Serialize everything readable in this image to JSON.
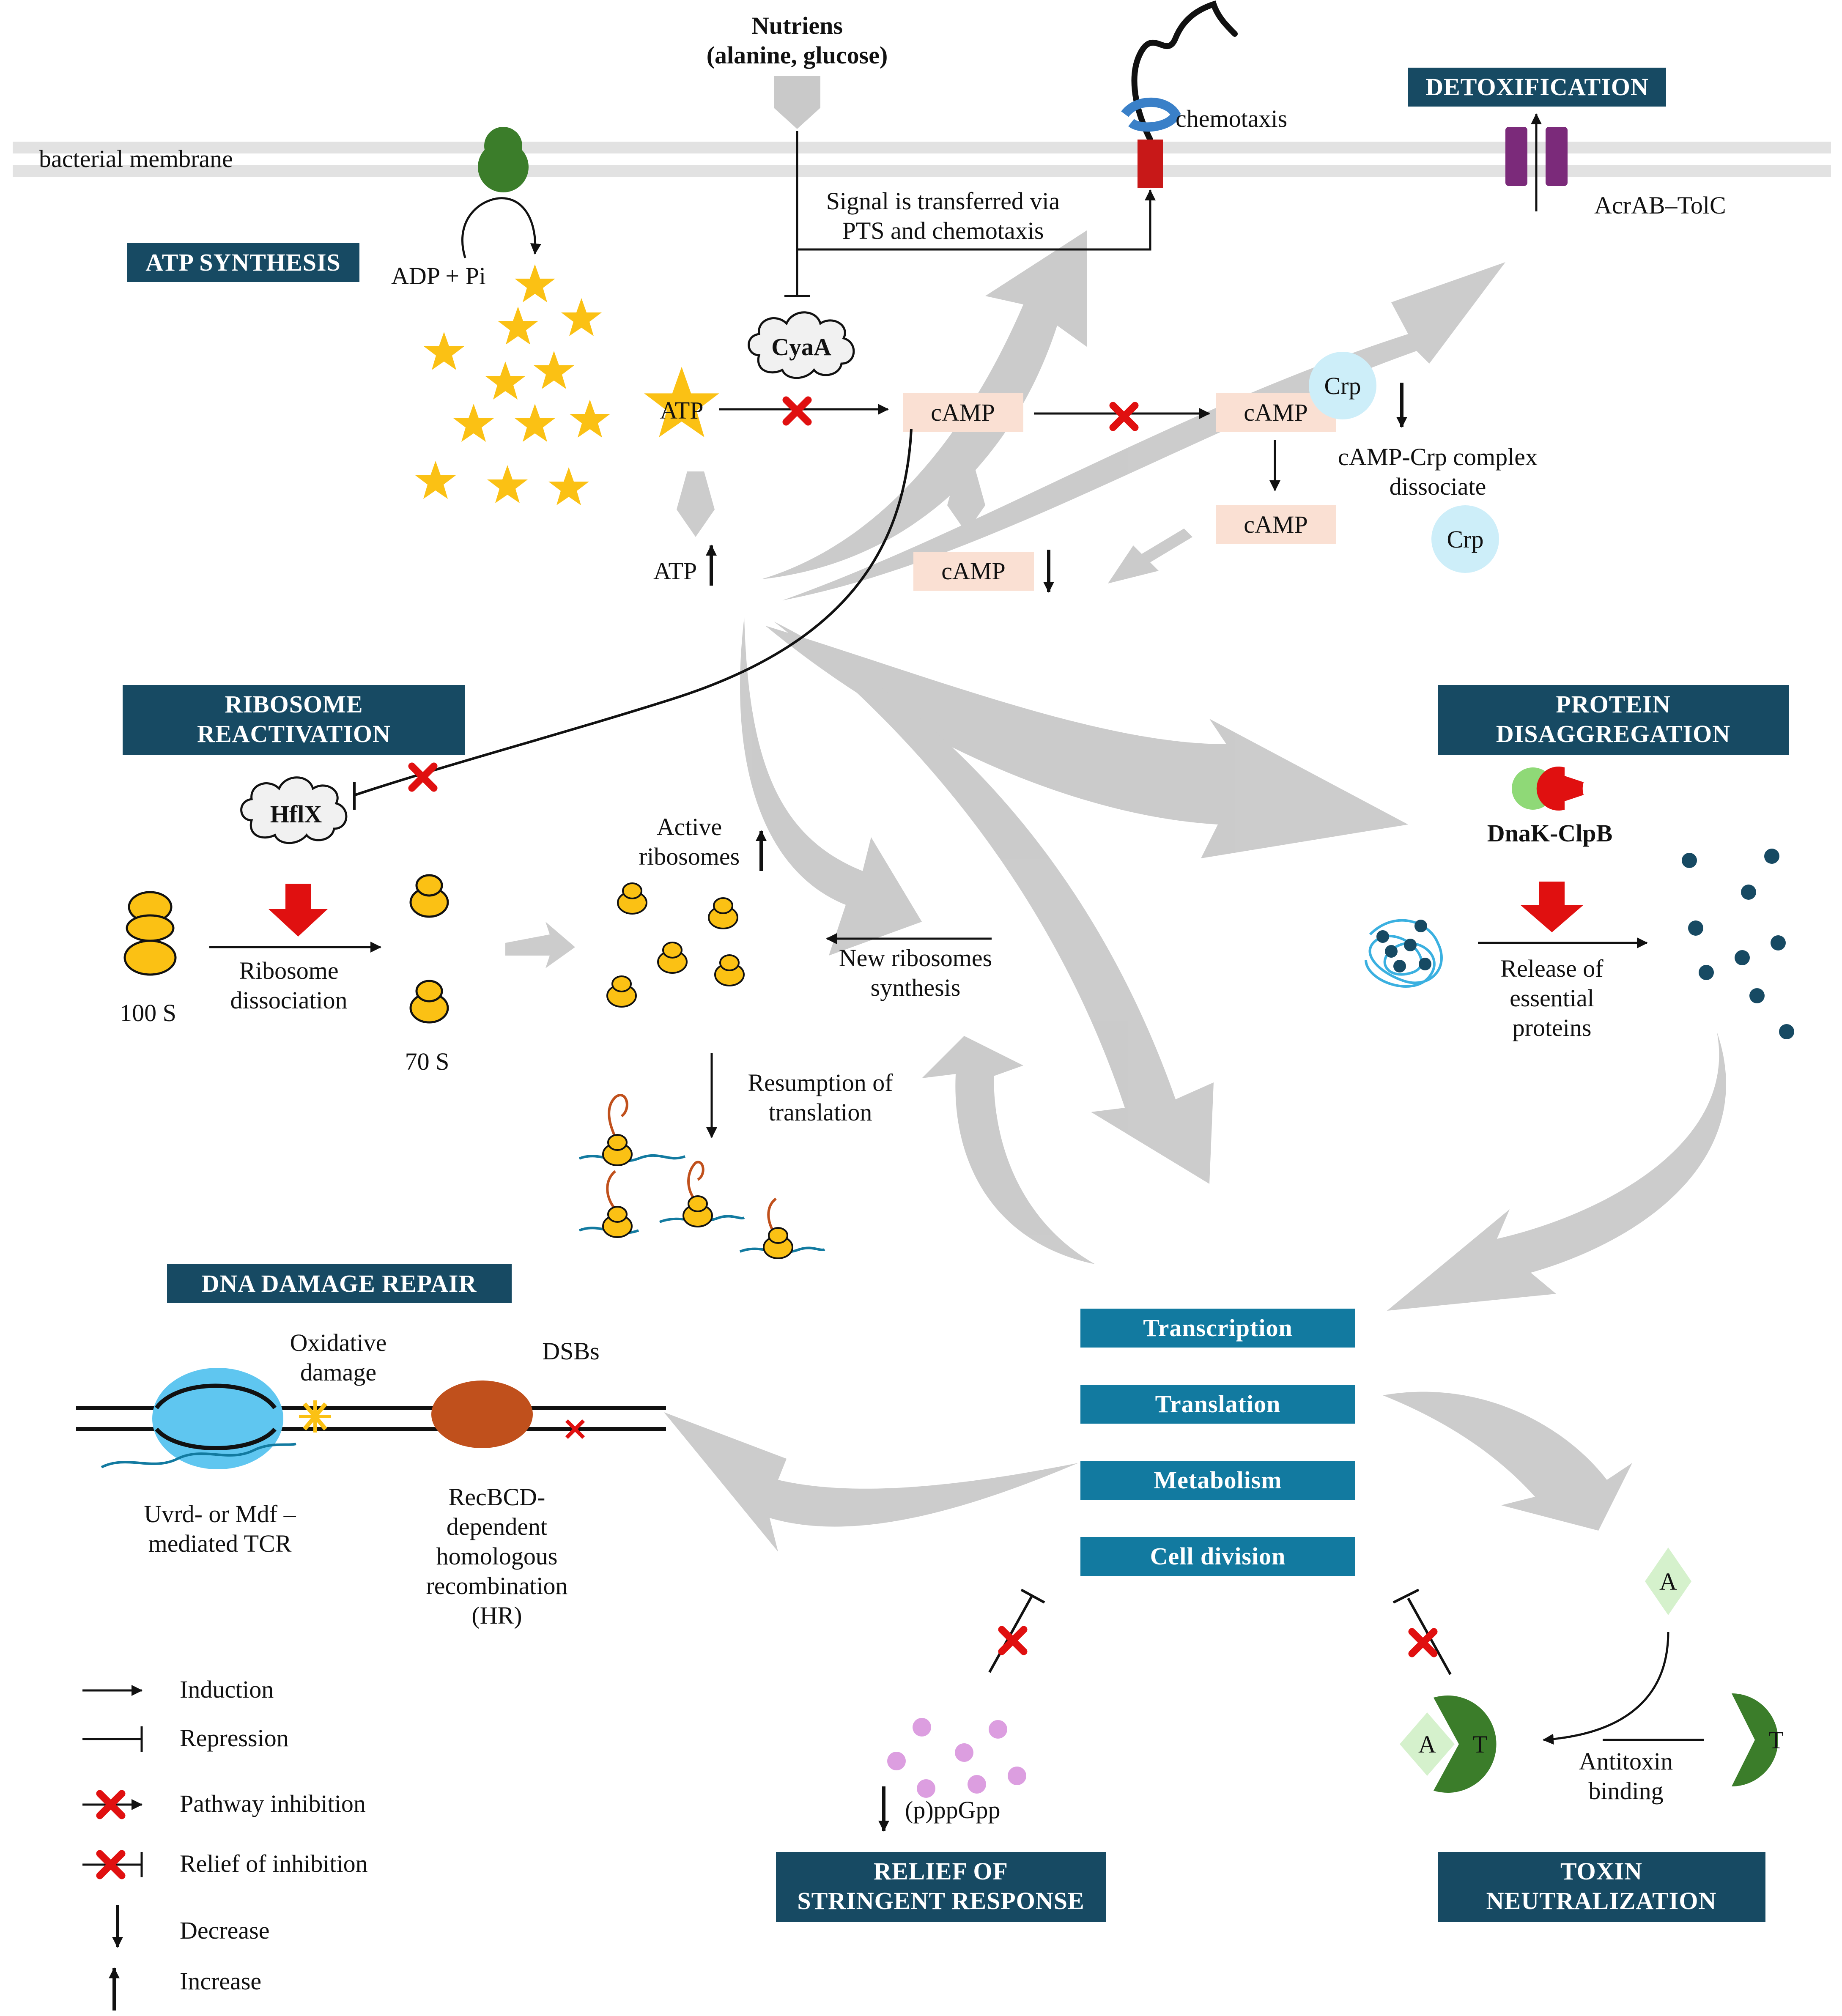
{
  "membrane": {
    "label": "bacterial membrane"
  },
  "nutrients": {
    "title": "Nutriens",
    "subtitle": "(alanine, glucose)"
  },
  "signal": {
    "line1": "Signal is transferred via",
    "line2": "PTS and chemotaxis"
  },
  "chemotaxis": {
    "label": "chemotaxis"
  },
  "sections": {
    "detox": "DETOXIFICATION",
    "atp_synthesis": "ATP SYNTHESIS",
    "ribosome_reactivation": [
      "RIBOSOME",
      "REACTIVATION"
    ],
    "protein_disaggregation": [
      "PROTEIN",
      "DISAGGREGATION"
    ],
    "dna_damage_repair": "DNA DAMAGE REPAIR",
    "relief_stringent": [
      "RELIEF OF",
      "STRINGENT RESPONSE"
    ],
    "toxin_neutralization": [
      "TOXIN",
      "NEUTRALIZATION"
    ]
  },
  "acrab": {
    "label": "AcrAB–TolC"
  },
  "atp": {
    "adp_pi": "ADP + Pi",
    "atp": "ATP",
    "atp_up": "ATP",
    "cyaa": "CyaA"
  },
  "camp": {
    "camp1": "cAMP",
    "camp2": "cAMP",
    "camp3": "cAMP",
    "camp4": "cAMP",
    "crp1": "Crp",
    "crp2": "Crp",
    "complex_line1": "cAMP-Crp complex",
    "complex_line2": "dissociate"
  },
  "ribosome": {
    "hflx": "HflX",
    "s100": "100 S",
    "dissociation_line1": "Ribosome",
    "dissociation_line2": "dissociation",
    "s70": "70 S",
    "active_line1": "Active",
    "active_line2": "ribosomes",
    "new_line1": "New ribosomes",
    "new_line2": "synthesis",
    "resumption_line1": "Resumption of",
    "resumption_line2": "translation"
  },
  "disaggregation": {
    "dnak": "DnaK-ClpB",
    "release_line1": "Release of",
    "release_line2": "essential",
    "release_line3": "proteins"
  },
  "processes": [
    "Transcription",
    "Translation",
    "Metabolism",
    "Cell division"
  ],
  "dna": {
    "oxidative_line1": "Oxidative",
    "oxidative_line2": "damage",
    "dsbs": "DSBs",
    "tcr_line1": "Uvrd- or Mdf –",
    "tcr_line2": "mediated TCR",
    "hr_line1": "RecBCD-",
    "hr_line2": "dependent",
    "hr_line3": "homologous",
    "hr_line4": "recombination",
    "hr_line5": "(HR)"
  },
  "ppgpp": {
    "label": "(p)ppGpp"
  },
  "toxin": {
    "a": "A",
    "t": "T",
    "antitoxin_line1": "Antitoxin",
    "antitoxin_line2": "binding"
  },
  "legend": [
    "Induction",
    "Repression",
    "Pathway inhibition",
    "Relief of inhibition",
    "Decrease",
    "Increase"
  ],
  "colors": {
    "navy": "#174a63",
    "teal": "#127aa0",
    "gold": "#fbc114",
    "green": "#3b7d2a",
    "red": "#e01010",
    "purple": "#7b2a7a",
    "grey_arrow": "#c9c9c9",
    "camp_box": "#fae0d3",
    "crp": "#cdeef9",
    "ppgpp": "#dc9ee0",
    "dots": "#174a63"
  }
}
